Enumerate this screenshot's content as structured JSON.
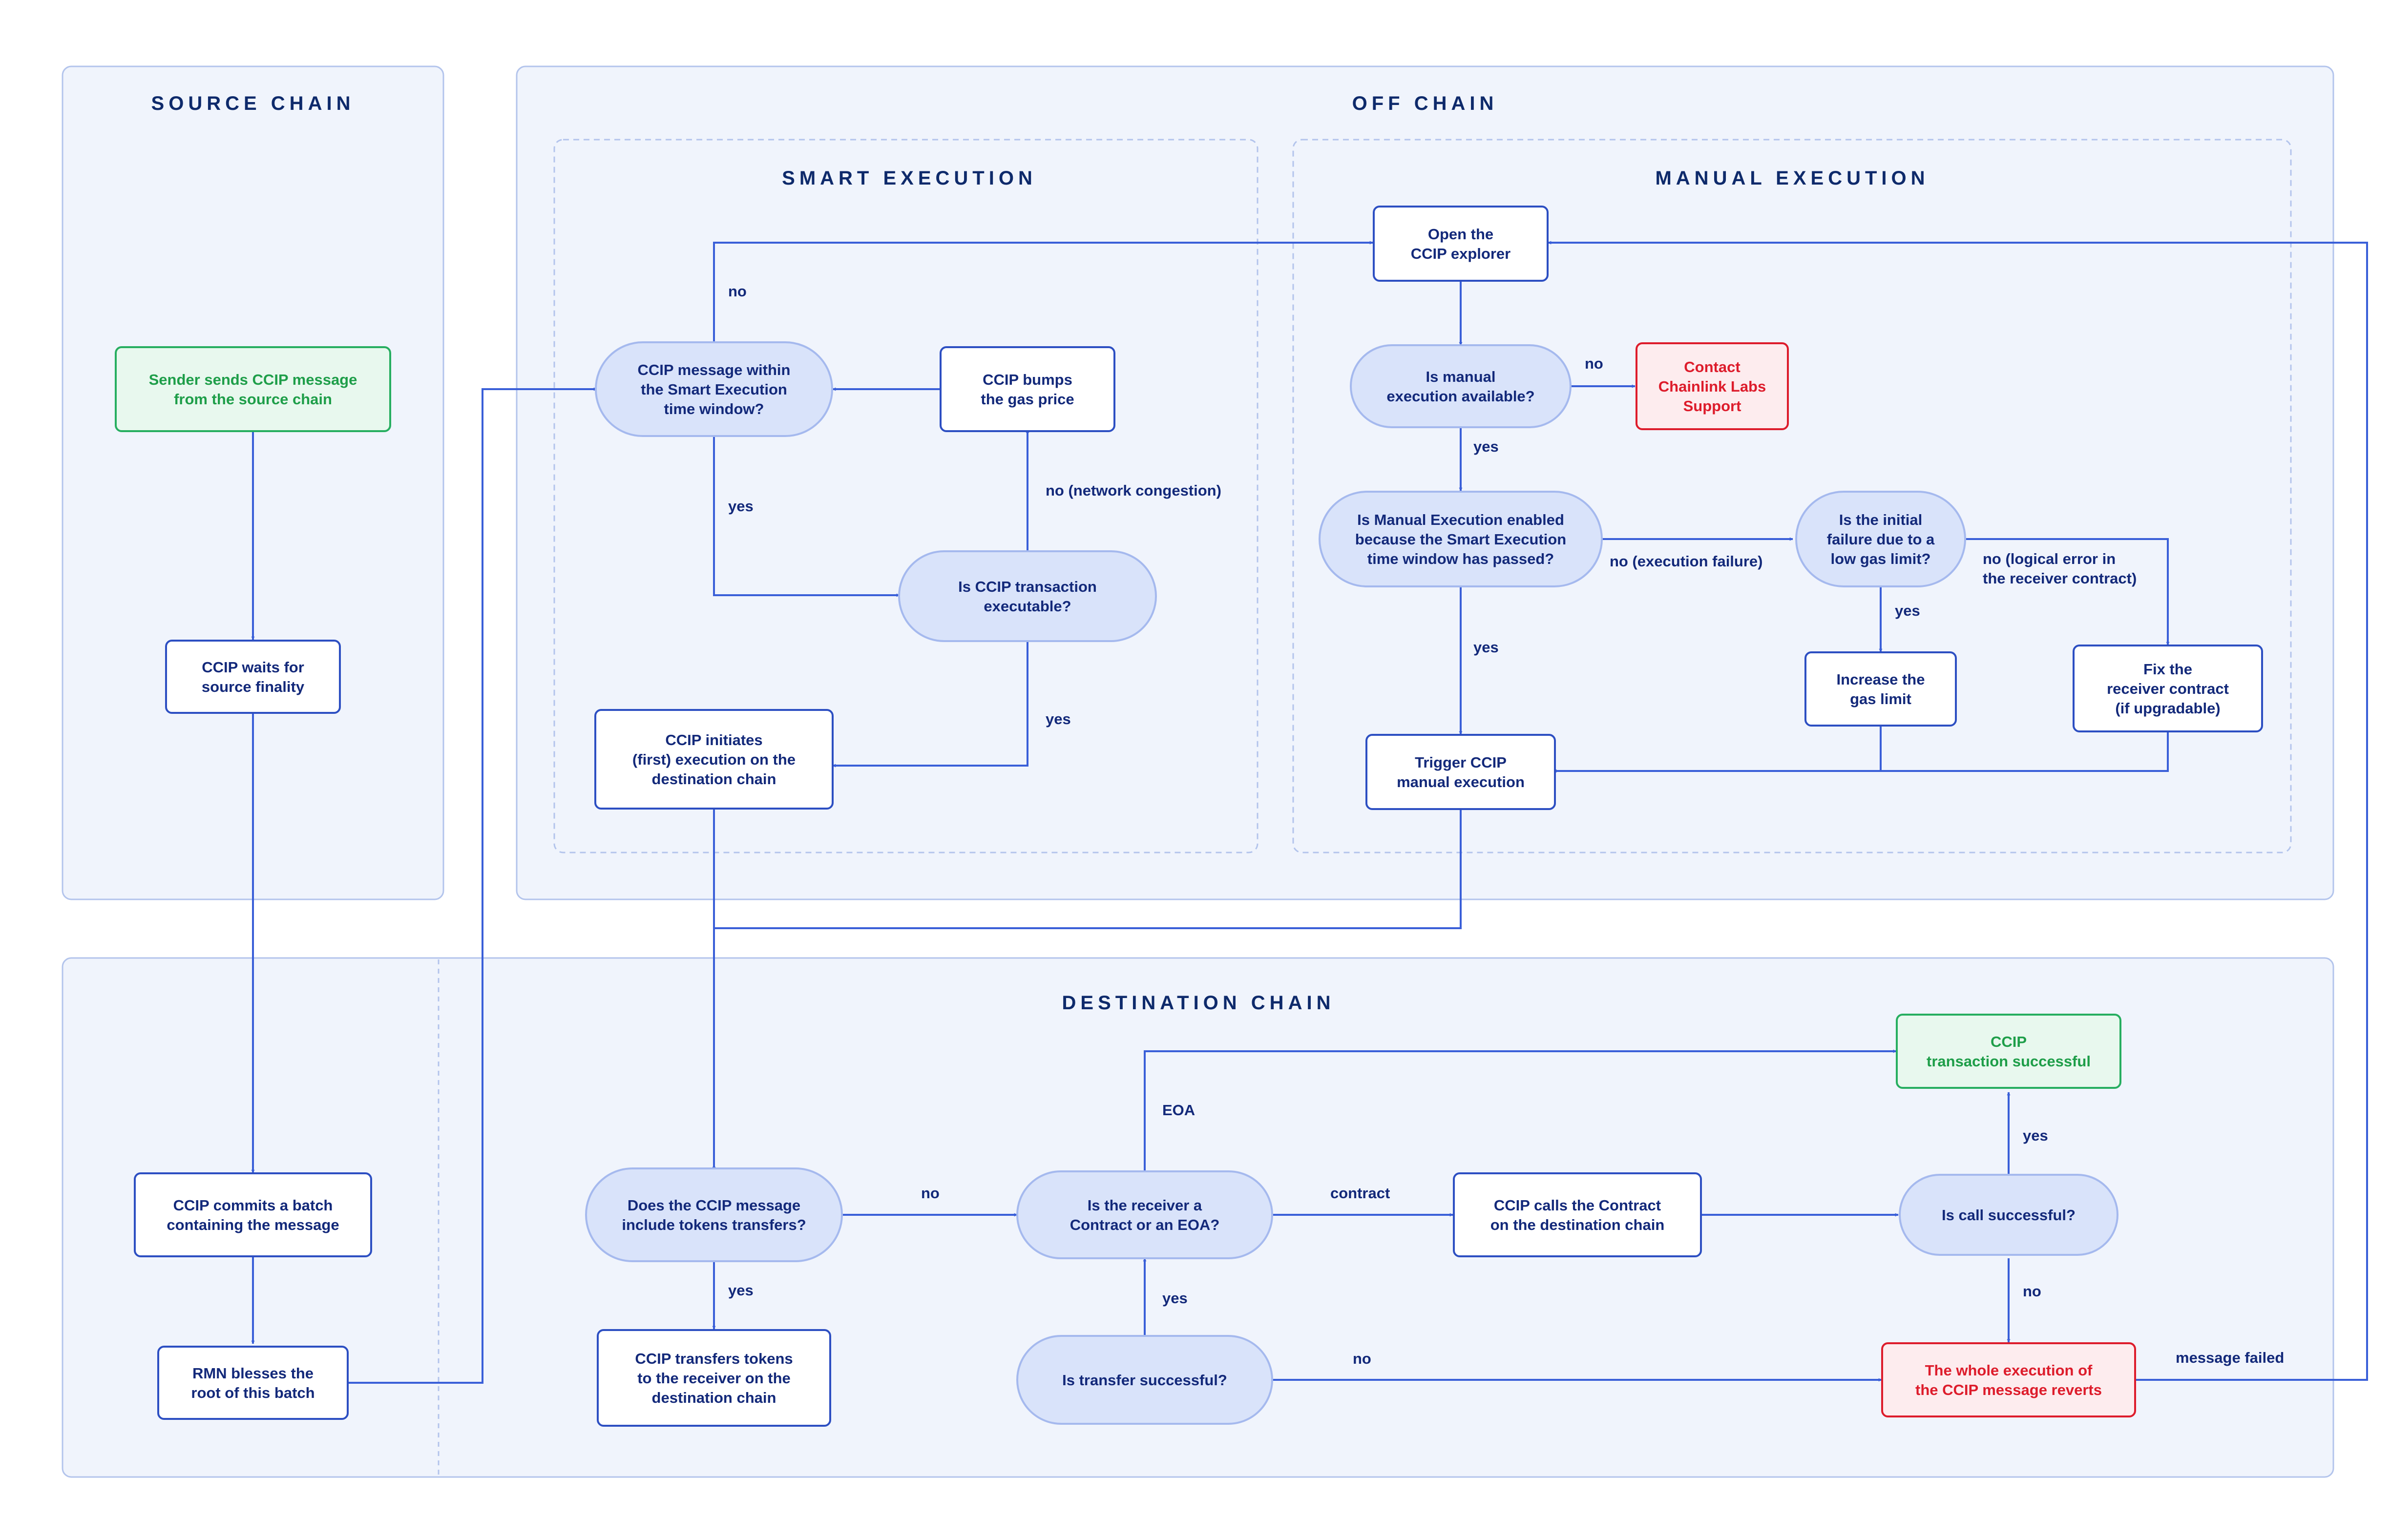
{
  "lanes": {
    "source_chain": "SOURCE CHAIN",
    "off_chain": "OFF CHAIN",
    "smart_execution": "SMART EXECUTION",
    "manual_execution": "MANUAL EXECUTION",
    "destination_chain": "DESTINATION CHAIN"
  },
  "nodes": {
    "sender_sends": [
      "Sender sends CCIP message",
      "from the source chain"
    ],
    "waits_finality": [
      "CCIP waits for",
      "source finality"
    ],
    "commits_batch": [
      "CCIP commits a batch",
      "containing the message"
    ],
    "rmn_blesses": [
      "RMN blesses the",
      "root of this batch"
    ],
    "within_window": [
      "CCIP message within",
      "the Smart Execution",
      "time window?"
    ],
    "bumps_gas": [
      "CCIP bumps",
      "the gas price"
    ],
    "is_executable": [
      "Is CCIP transaction",
      "executable?"
    ],
    "initiates_execution": [
      "CCIP initiates",
      "(first) execution on the",
      "destination chain"
    ],
    "open_explorer": [
      "Open the",
      "CCIP explorer"
    ],
    "manual_available": [
      "Is manual",
      "execution available?"
    ],
    "contact_support": [
      "Contact",
      "Chainlink Labs",
      "Support"
    ],
    "manual_enabled_reason": [
      "Is Manual Execution enabled",
      "because the Smart Execution",
      "time window has passed?"
    ],
    "low_gas_limit": [
      "Is the initial",
      "failure due to a",
      "low gas limit?"
    ],
    "increase_gas_limit": [
      "Increase the",
      "gas limit"
    ],
    "fix_receiver": [
      "Fix the",
      "receiver contract",
      "(if upgradable)"
    ],
    "trigger_manual": [
      "Trigger CCIP",
      "manual execution"
    ],
    "includes_tokens": [
      "Does the CCIP message",
      "include tokens transfers?"
    ],
    "transfers_tokens": [
      "CCIP transfers tokens",
      "to the receiver on the",
      "destination chain"
    ],
    "receiver_type": [
      "Is the receiver a",
      "Contract or an EOA?"
    ],
    "transfer_successful": [
      "Is transfer successful?"
    ],
    "calls_contract": [
      "CCIP calls the Contract",
      "on the destination chain"
    ],
    "call_successful": [
      "Is call successful?"
    ],
    "tx_successful": [
      "CCIP",
      "transaction successful"
    ],
    "execution_reverts": [
      "The whole execution of",
      "the CCIP message reverts"
    ]
  },
  "edge_labels": {
    "window_no": "no",
    "window_yes": "yes",
    "congestion": "no (network congestion)",
    "executable_yes": "yes",
    "manual_no": "no",
    "manual_yes": "yes",
    "execution_failure": "no (execution failure)",
    "smart_passed_yes": "yes",
    "logical_error": [
      "no (logical error in",
      "the receiver contract)"
    ],
    "gas_yes": "yes",
    "eoa": "EOA",
    "tokens_no": "no",
    "contract": "contract",
    "tokens_yes": "yes",
    "transfer_yes": "yes",
    "call_yes": "yes",
    "call_no": "no",
    "transfer_no": "no",
    "message_failed": "message failed"
  },
  "colors": {
    "lane_fill": "#f0f4fc",
    "lane_stroke": "#b3c4ec",
    "box_stroke": "#2d4fc2",
    "decision_fill": "#d9e3fa",
    "decision_stroke": "#a5b9ee",
    "green_fill": "#e8f8ee",
    "green_stroke": "#27ae60",
    "red_fill": "#fdecee",
    "red_stroke": "#dd1c2b",
    "edge": "#3a5fd8",
    "text": "#13297a"
  }
}
